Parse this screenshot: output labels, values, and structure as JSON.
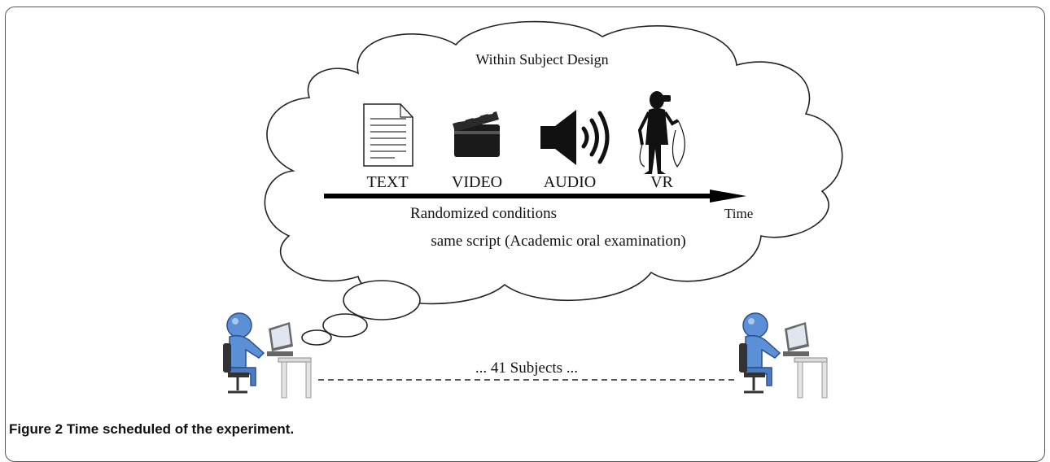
{
  "cloud": {
    "title": "Within Subject Design",
    "conditions": [
      {
        "label": "TEXT",
        "icon": "text-document-icon"
      },
      {
        "label": "VIDEO",
        "icon": "clapperboard-icon"
      },
      {
        "label": "AUDIO",
        "icon": "speaker-icon"
      },
      {
        "label": "VR",
        "icon": "vr-user-icon"
      }
    ],
    "timeline_caption": "Randomized conditions",
    "time_label": "Time",
    "script_note": "same script (Academic oral examination)"
  },
  "subjects": {
    "label": "... 41 Subjects ...",
    "left_icon": "person-at-computer-icon",
    "right_icon": "person-at-computer-icon"
  },
  "caption": {
    "label": "Figure 2",
    "text": "Time scheduled of the experiment."
  }
}
